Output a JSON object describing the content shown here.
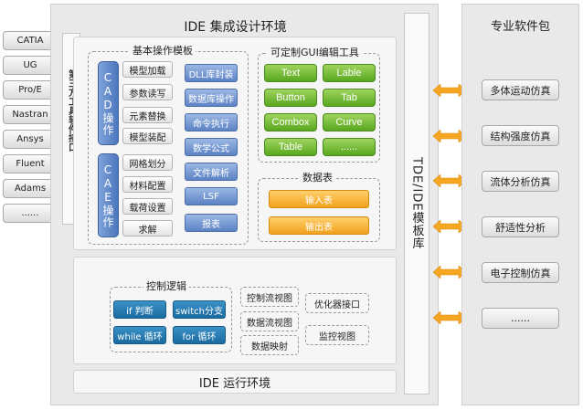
{
  "third_party": {
    "tools": [
      "CATIA",
      "UG",
      "Pro/E",
      "Nastran",
      "Ansys",
      "Fluent",
      "Adams",
      "......"
    ],
    "interface_label": "第三方工具软件接口"
  },
  "ide": {
    "title": "IDE 集成设计环境",
    "basic_templates": {
      "title": "基本操作模板",
      "cad_label": "CAD操作",
      "cad_items": [
        "模型加载",
        "参数读写",
        "元素替换",
        "模型装配"
      ],
      "cae_label": "CAE操作",
      "cae_items": [
        "网格划分",
        "材料配置",
        "载荷设置",
        "求解"
      ],
      "blue_items": [
        "DLL库封装",
        "数据库操作",
        "命令执行",
        "数学公式",
        "文件解析",
        "LSF",
        "报表"
      ]
    },
    "gui_tools": {
      "title": "可定制GUI编辑工具",
      "items": [
        "Text",
        "Lable",
        "Button",
        "Tab",
        "Combox",
        "Curve",
        "Table",
        "......"
      ]
    },
    "data_table": {
      "title": "数据表",
      "items": [
        "输入表",
        "输出表"
      ]
    },
    "control": {
      "title": "控制逻辑",
      "items": [
        "if 判断",
        "switch分支",
        "while 循环",
        "for 循环"
      ]
    },
    "views": [
      "控制流视图",
      "数据流视图",
      "数据映射",
      "优化器接口",
      "监控视图"
    ],
    "runtime": "IDE 运行环境"
  },
  "template_lib": "TDE/IDE模板库",
  "software": {
    "title": "专业软件包",
    "items": [
      "多体运动仿真",
      "结构强度仿真",
      "流体分析仿真",
      "舒适性分析",
      "电子控制仿真",
      "......"
    ]
  },
  "colors": {
    "arrow": "#f5a623",
    "green": "#5aab22",
    "blue": "#5c83c4",
    "teal": "#1a6aa0",
    "orange": "#f2a11d"
  }
}
